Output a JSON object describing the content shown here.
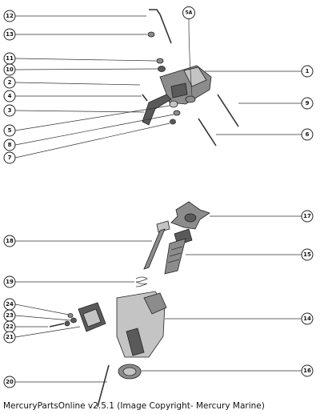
{
  "callouts": [
    {
      "id": "c12",
      "label": "12"
    },
    {
      "id": "c13",
      "label": "13"
    },
    {
      "id": "c11",
      "label": "11"
    },
    {
      "id": "c10",
      "label": "10"
    },
    {
      "id": "c2",
      "label": "2"
    },
    {
      "id": "c4",
      "label": "4"
    },
    {
      "id": "c3",
      "label": "3"
    },
    {
      "id": "c5",
      "label": "5"
    },
    {
      "id": "c8",
      "label": "8"
    },
    {
      "id": "c7",
      "label": "7"
    },
    {
      "id": "c5A",
      "label": "5A"
    },
    {
      "id": "c1",
      "label": "1"
    },
    {
      "id": "c9",
      "label": "9"
    },
    {
      "id": "c6",
      "label": "6"
    },
    {
      "id": "c17",
      "label": "17"
    },
    {
      "id": "c18",
      "label": "18"
    },
    {
      "id": "c15",
      "label": "15"
    },
    {
      "id": "c19",
      "label": "19"
    },
    {
      "id": "c24",
      "label": "24"
    },
    {
      "id": "c23",
      "label": "23"
    },
    {
      "id": "c22",
      "label": "22"
    },
    {
      "id": "c21",
      "label": "21"
    },
    {
      "id": "c14",
      "label": "14"
    },
    {
      "id": "c16",
      "label": "16"
    },
    {
      "id": "c20",
      "label": "20"
    }
  ],
  "footer": {
    "text": "MercuryPartsOnline v2.5.1 (Image Copyright- Mercury Marine)"
  }
}
